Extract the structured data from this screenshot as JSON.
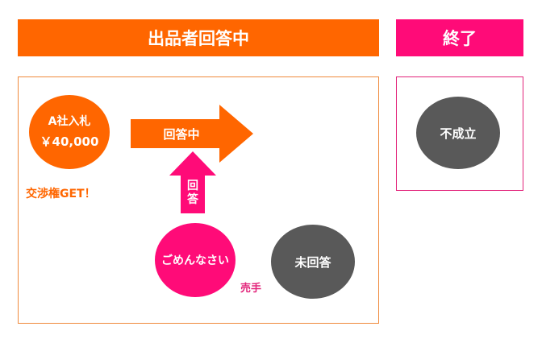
{
  "header": {
    "main_title": "出品者回答中",
    "end_title": "終了"
  },
  "bid": {
    "line1": "A社入札",
    "line2": "￥40,000"
  },
  "negotiation_label": "交渉権GET！",
  "answering_arrow_label": "回答中",
  "answer_arrow_label": [
    "回",
    "答"
  ],
  "gomen_label": "ごめんなさい",
  "seller_label": "売手",
  "unanswered_label": "未回答",
  "failed_label": "不成立",
  "colors": {
    "orange": "#FF6600",
    "pink": "#FF0B78",
    "gray": "#595959"
  }
}
